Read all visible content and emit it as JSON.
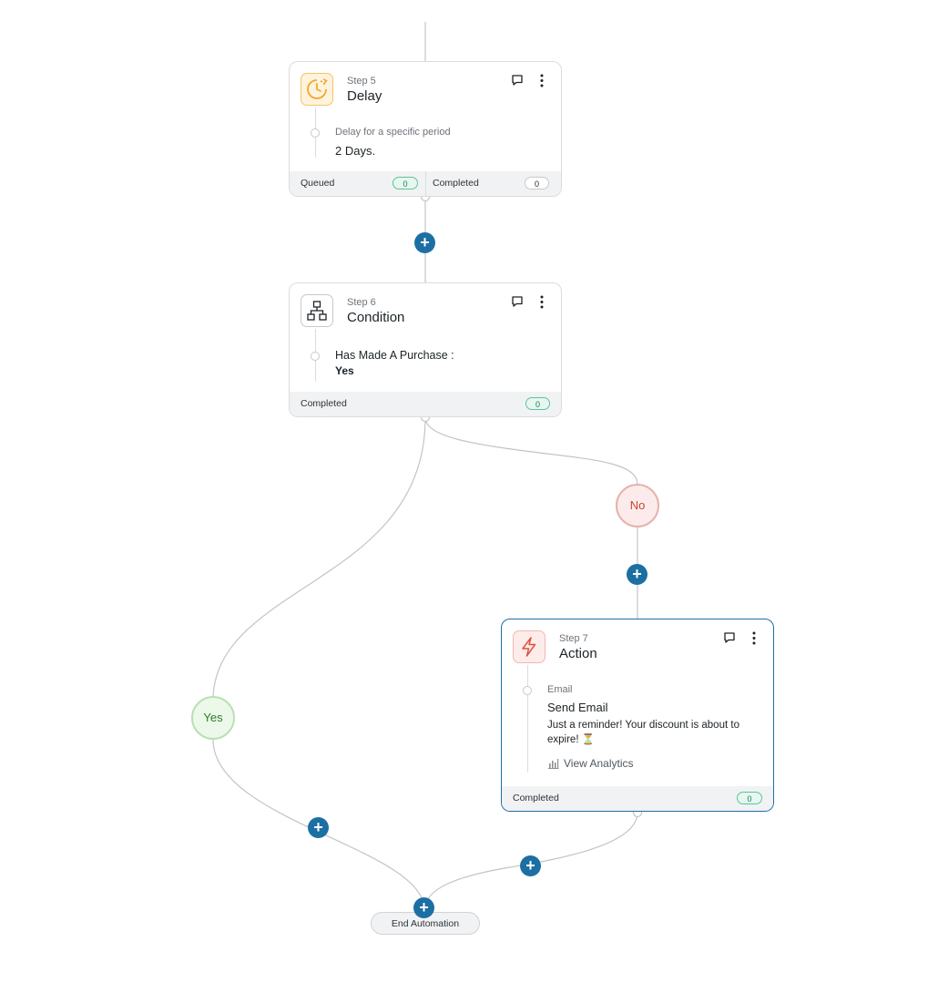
{
  "step5": {
    "step_label": "Step 5",
    "title": "Delay",
    "detail_label": "Delay for a specific period",
    "detail_value": "2 Days.",
    "queued_label": "Queued",
    "queued_count": "0",
    "completed_label": "Completed",
    "completed_count": "0",
    "icon": "clock-icon"
  },
  "step6": {
    "step_label": "Step 6",
    "title": "Condition",
    "condition_text": "Has Made A Purchase :",
    "condition_value": "Yes",
    "completed_label": "Completed",
    "completed_count": "0",
    "icon": "hierarchy-icon"
  },
  "branches": {
    "no_label": "No",
    "yes_label": "Yes"
  },
  "step7": {
    "step_label": "Step 7",
    "title": "Action",
    "type_label": "Email",
    "action_title": "Send Email",
    "message": "Just a reminder! Your discount is about to expire! ⏳",
    "analytics_label": "View Analytics",
    "completed_label": "Completed",
    "completed_count": "0",
    "icon": "lightning-icon"
  },
  "end": {
    "label": "End Automation"
  },
  "colors": {
    "accent": "#1c6fa3",
    "completed_badge": "#5fc39a",
    "no_branch": "#c9442f",
    "yes_branch": "#2e7b26",
    "delay_icon": "#f0a830",
    "action_icon": "#e0533f"
  }
}
